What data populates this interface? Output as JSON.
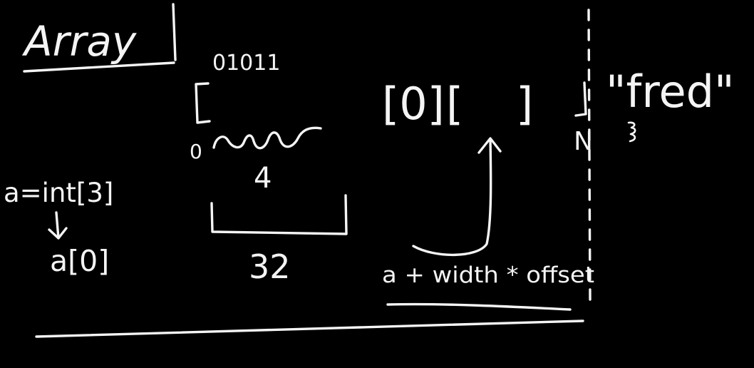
{
  "title": "Array",
  "declaration": "a=int[3]",
  "element_access": "a[0]",
  "bits": "01011",
  "bit_start": "0",
  "byte_size": "4",
  "bit_width": "32",
  "array_cells": [
    "[0]",
    "[",
    "]"
  ],
  "string_value": "\"fred\"",
  "terminator": "N",
  "formula": "a + width * offset",
  "ink_color": "#f4f4f4",
  "board_color": "#000000"
}
